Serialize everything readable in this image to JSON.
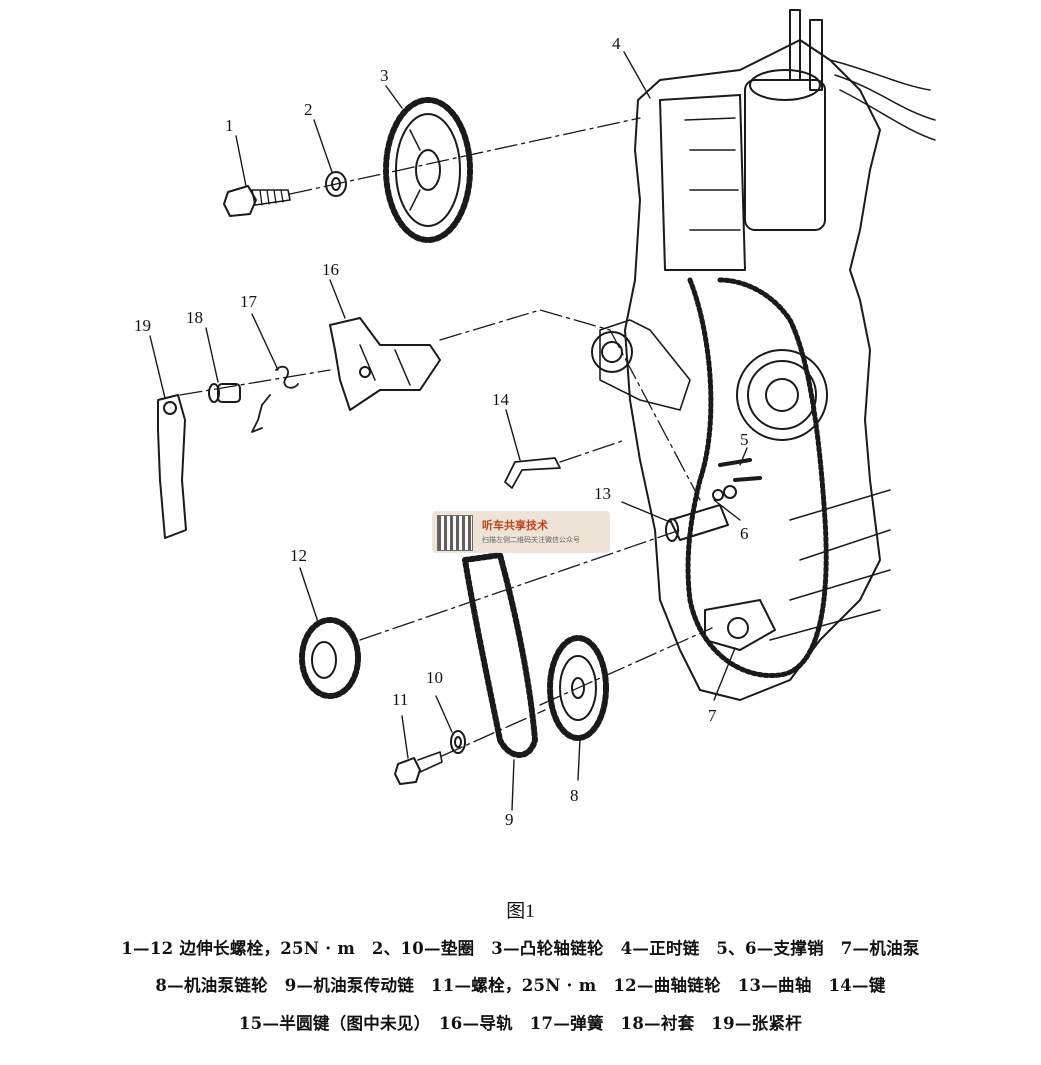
{
  "callouts": {
    "n1": "1",
    "n2": "2",
    "n3": "3",
    "n4": "4",
    "n5": "5",
    "n6": "6",
    "n7": "7",
    "n8": "8",
    "n9": "9",
    "n10": "10",
    "n11": "11",
    "n12": "12",
    "n13": "13",
    "n14": "14",
    "n16": "16",
    "n17": "17",
    "n18": "18",
    "n19": "19"
  },
  "figure_title": "图1",
  "caption": {
    "line1": "1—12 边伸长螺栓，25N · m　2、10—垫圈　3—凸轮轴链轮　4—正时链　5、6—支撑销　7—机油泵",
    "line2": "8—机油泵链轮　9—机油泵传动链　11—螺栓，25N · m　12—曲轴链轮　13—曲轴　14—键",
    "line3": "15—半圆键（图中未见）　16—导轨　17—弹簧　18—衬套　19—张紧杆"
  },
  "watermark": {
    "title": "听车共享技术",
    "subtitle": "扫描左侧二维码关注微信公众号"
  },
  "colors": {
    "line": "#1a1a1a",
    "paper": "#ffffff",
    "watermark_text": "#c2421c"
  }
}
